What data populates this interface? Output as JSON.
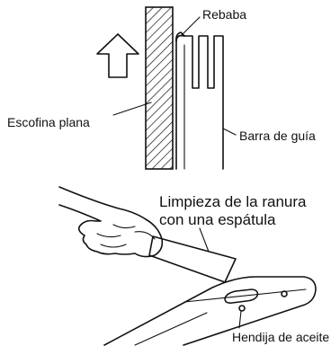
{
  "top_figure": {
    "label_burr": "Rebaba",
    "label_flat_file": "Escofina plana",
    "label_guide_bar": "Barra de guía"
  },
  "bottom_figure": {
    "caption_line1": "Limpieza de la ranura",
    "caption_line2": "con una espátula",
    "label_oil_hole": "Hendija de aceite"
  },
  "icons": {
    "direction_arrow": "up-arrow-icon"
  }
}
